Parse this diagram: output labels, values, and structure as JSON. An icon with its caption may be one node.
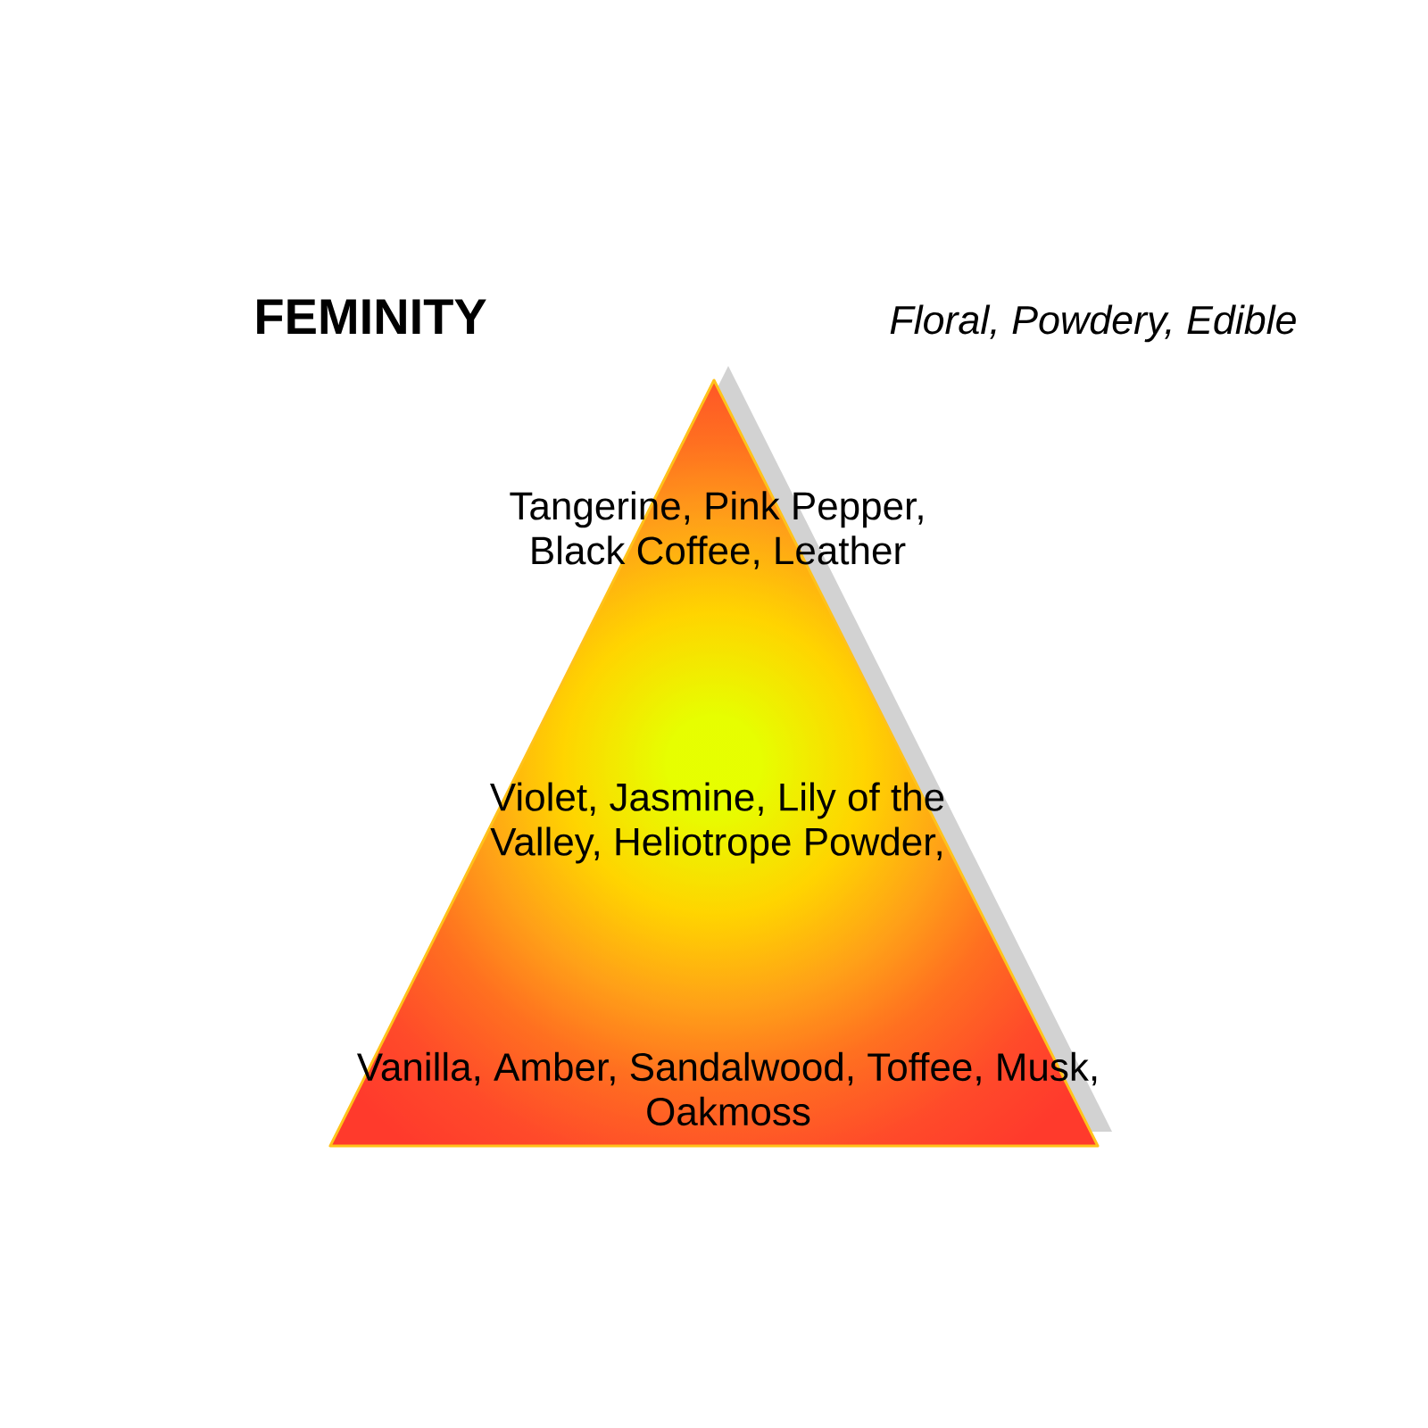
{
  "diagram": {
    "title": "FEMINITY",
    "nodes": [
      {
        "text": [
          "Tangerine, Pink Pepper, Black Coffee, Leather",
          "Violet, Jasmine, Lily of the Valley, Heliotrope Powder,",
          "Vanilla, Amber, Sandalwood, Toffee, Musk, Oakmoss"
        ]
      }
    ],
    "labels": [
      "Floral, Powdery, Edible"
    ]
  }
}
